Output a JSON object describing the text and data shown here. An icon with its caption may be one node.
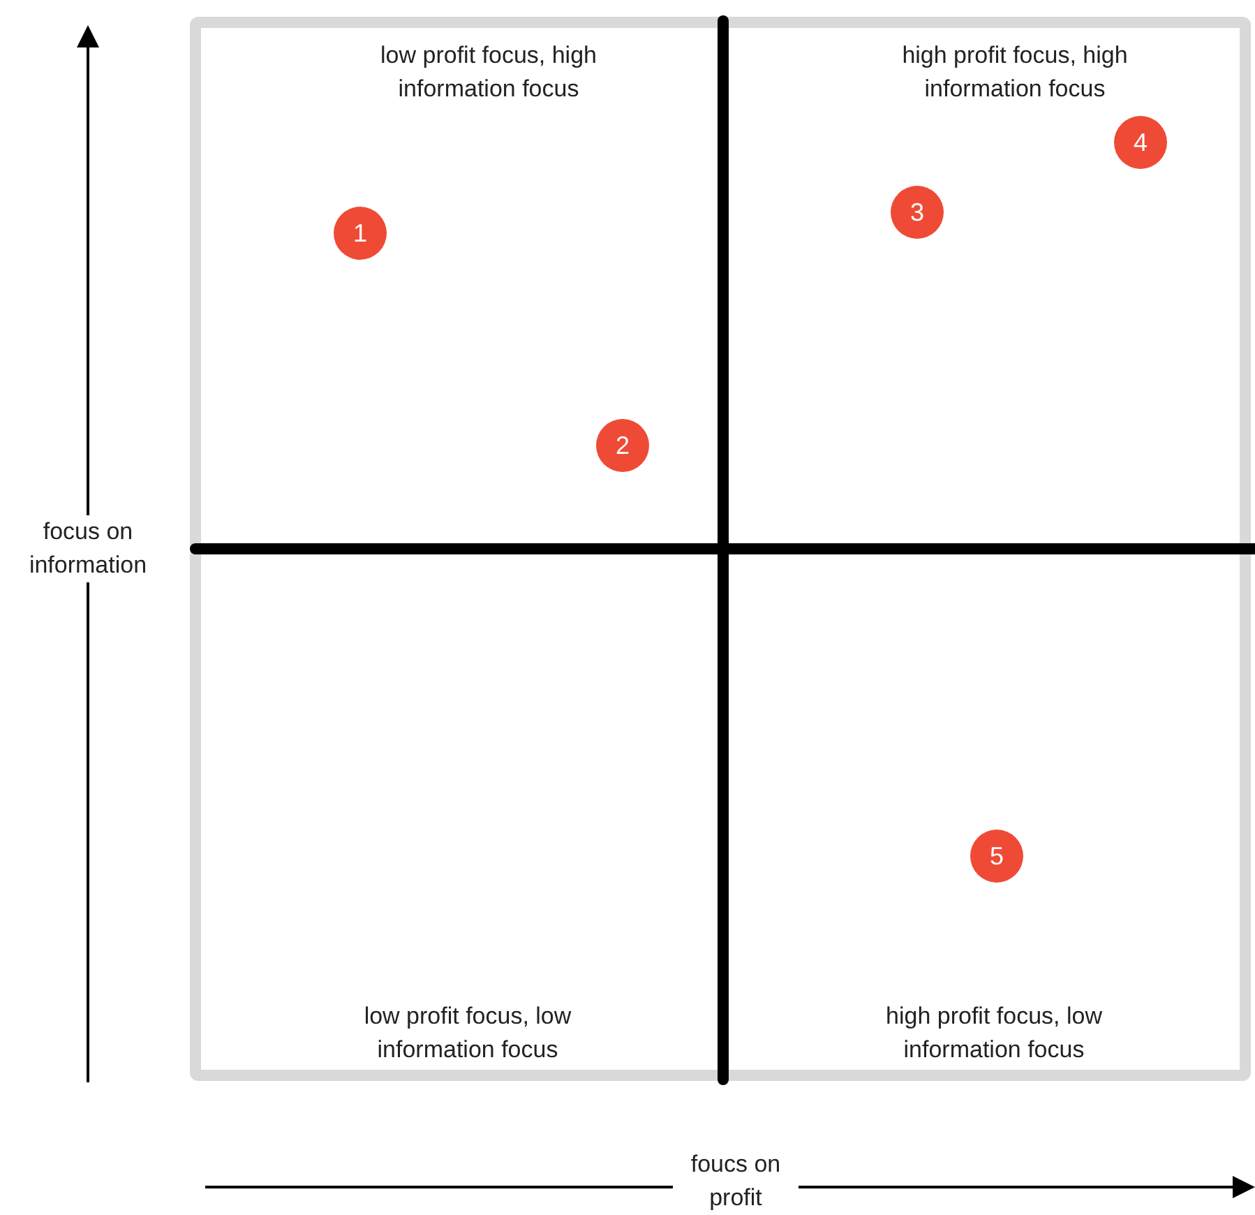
{
  "diagram": {
    "nodes": [
      {
        "text": [
          "1"
        ]
      },
      {
        "text": [
          "2"
        ]
      },
      {
        "text": [
          "3"
        ]
      },
      {
        "text": [
          "4"
        ]
      },
      {
        "text": [
          "5"
        ]
      }
    ],
    "labels": [
      "low profit focus, high information focus",
      "high profit focus, high information focus",
      "focus on information",
      "low profit focus, low information focus",
      "high profit focus, low information focus",
      "foucs on profit"
    ]
  }
}
